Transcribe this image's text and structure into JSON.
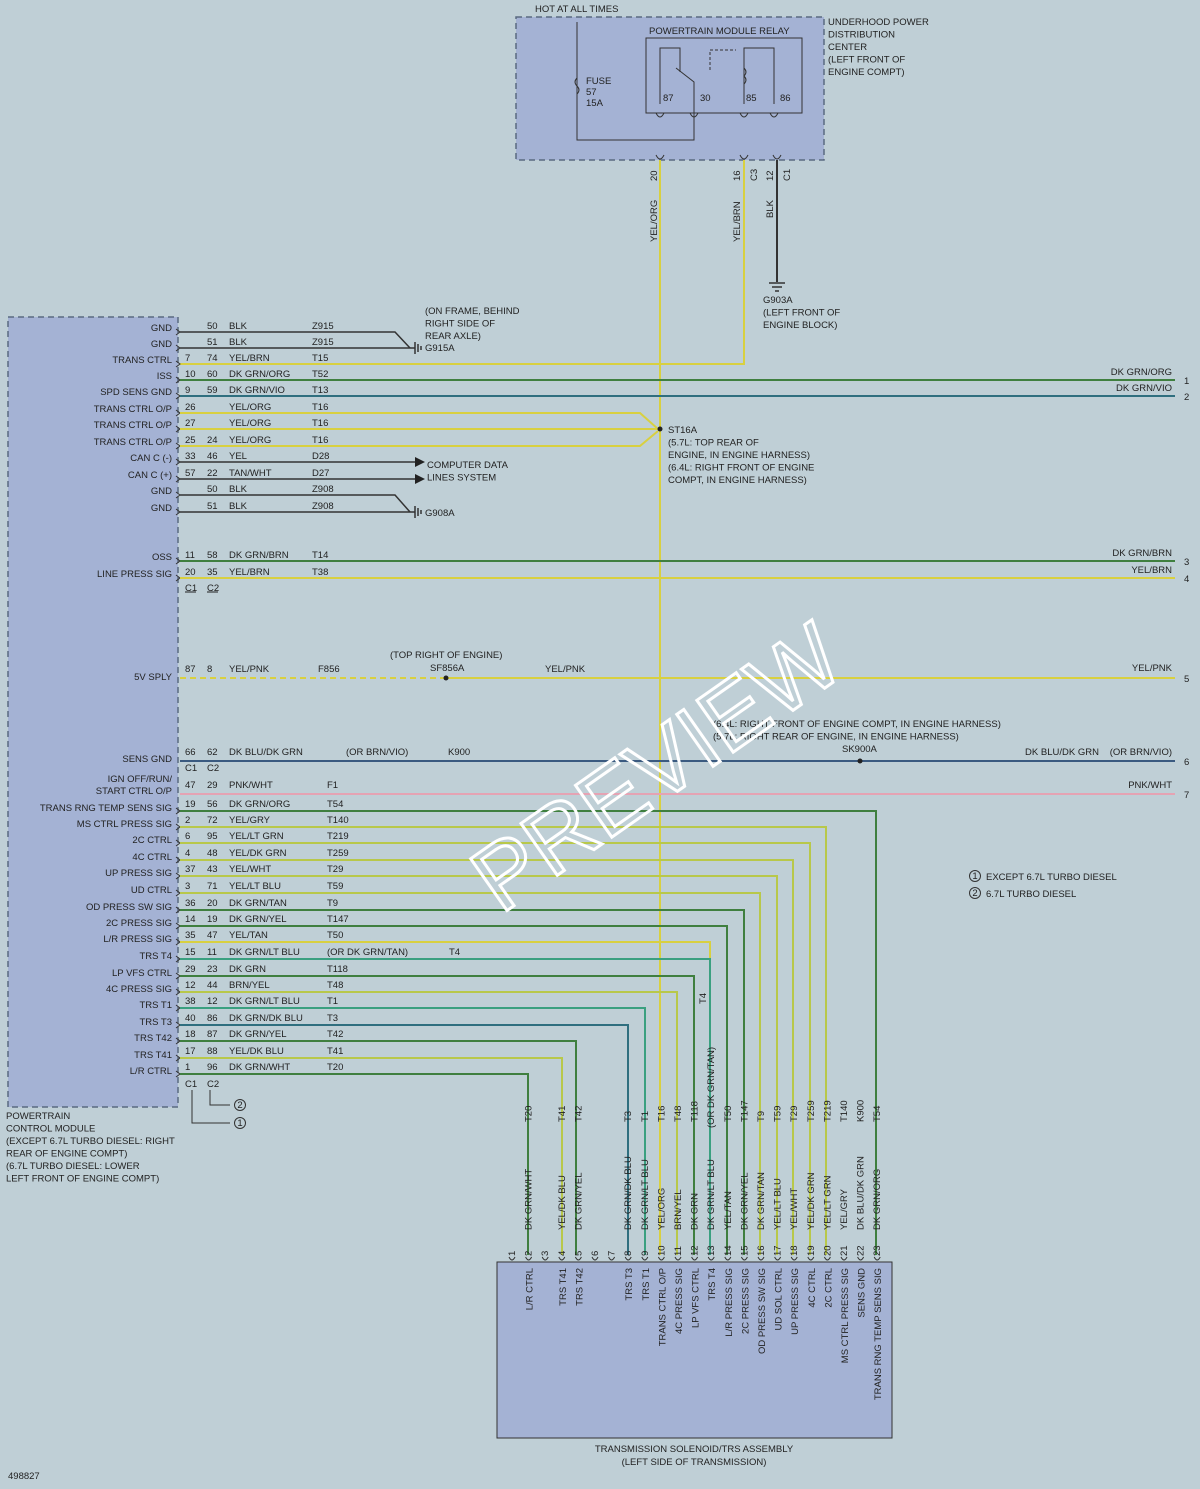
{
  "colors": {
    "background": "#bfcfd6",
    "module_fill": "#a4b2d4",
    "module_border": "#5a6a80",
    "yellow": "#d8d040",
    "green": "#3f7f3f",
    "dark_green_blue": "#2f6f7f",
    "dark_blue": "#3a5a80",
    "yellow_green": "#b8c84a",
    "pink": "#e5a3b3",
    "black": "#333333",
    "dark_green_light_blue": "#3aa080"
  },
  "header": {
    "hot_label": "HOT AT ALL TIMES",
    "pdc_label": [
      "UNDERHOOD POWER",
      "DISTRIBUTION",
      "CENTER",
      "(LEFT FRONT OF",
      "ENGINE COMPT)"
    ],
    "relay_title": "POWERTRAIN MODULE RELAY",
    "fuse_label": [
      "FUSE",
      "57",
      "15A"
    ],
    "relay_pins": [
      "87",
      "30",
      "85",
      "86"
    ],
    "pdc_pins": [
      "20",
      "16",
      "C3",
      "12",
      "C1"
    ],
    "vertical_wires": [
      "YEL/ORG",
      "YEL/BRN",
      "BLK"
    ],
    "ground_g903a": [
      "G903A",
      "(LEFT FRONT OF",
      "ENGINE BLOCK)"
    ]
  },
  "pcm": {
    "labels": [
      "POWERTRAIN",
      "CONTROL MODULE",
      "(EXCEPT 6.7L TURBO DIESEL: RIGHT",
      "REAR OF ENGINE COMPT)",
      "(6.7L TURBO DIESEL: LOWER",
      "LEFT FRONT OF ENGINE COMPT)"
    ],
    "connector_labels": [
      "C1",
      "C2"
    ],
    "callout_numbers": [
      "1",
      "2"
    ]
  },
  "pcm_rows": [
    {
      "sig": "GND",
      "p1": "",
      "p2": "50",
      "color": "BLK",
      "circuit": "Z915"
    },
    {
      "sig": "GND",
      "p1": "",
      "p2": "51",
      "color": "BLK",
      "circuit": "Z915"
    },
    {
      "sig": "TRANS CTRL",
      "p1": "7",
      "p2": "74",
      "color": "YEL/BRN",
      "circuit": "T15"
    },
    {
      "sig": "ISS",
      "p1": "10",
      "p2": "60",
      "color": "DK GRN/ORG",
      "circuit": "T52"
    },
    {
      "sig": "SPD SENS GND",
      "p1": "9",
      "p2": "59",
      "color": "DK GRN/VIO",
      "circuit": "T13"
    },
    {
      "sig": "TRANS CTRL O/P",
      "p1": "26",
      "p2": "",
      "color": "YEL/ORG",
      "circuit": "T16"
    },
    {
      "sig": "TRANS CTRL O/P",
      "p1": "27",
      "p2": "",
      "color": "YEL/ORG",
      "circuit": "T16"
    },
    {
      "sig": "TRANS CTRL O/P",
      "p1": "25",
      "p2": "24",
      "color": "YEL/ORG",
      "circuit": "T16"
    },
    {
      "sig": "CAN C (-)",
      "p1": "33",
      "p2": "46",
      "color": "YEL",
      "circuit": "D28"
    },
    {
      "sig": "CAN C (+)",
      "p1": "57",
      "p2": "22",
      "color": "TAN/WHT",
      "circuit": "D27"
    },
    {
      "sig": "GND",
      "p1": "",
      "p2": "50",
      "color": "BLK",
      "circuit": "Z908"
    },
    {
      "sig": "GND",
      "p1": "",
      "p2": "51",
      "color": "BLK",
      "circuit": "Z908"
    },
    {
      "sig": "OSS",
      "p1": "11",
      "p2": "58",
      "color": "DK GRN/BRN",
      "circuit": "T14"
    },
    {
      "sig": "LINE PRESS SIG",
      "p1": "20",
      "p2": "35",
      "color": "YEL/BRN",
      "circuit": "T38"
    }
  ],
  "ground_g915a": [
    "(ON FRAME, BEHIND",
    "RIGHT SIDE OF",
    "REAR AXLE)",
    "G915A"
  ],
  "ground_g908a": "G908A",
  "splice_st16a": [
    "ST16A",
    "(5.7L: TOP REAR OF",
    "ENGINE, IN ENGINE HARNESS)",
    "(6.4L: RIGHT FRONT OF ENGINE",
    "COMPT, IN ENGINE HARNESS)"
  ],
  "can_bus": [
    "COMPUTER DATA",
    "LINES SYSTEM"
  ],
  "right_exits": [
    {
      "label": "DK GRN/ORG",
      "num": "1"
    },
    {
      "label": "DK GRN/VIO",
      "num": "2"
    },
    {
      "label": "DK GRN/BRN",
      "num": "3"
    },
    {
      "label": "YEL/BRN",
      "num": "4"
    },
    {
      "label": "YEL/PNK",
      "num": "5"
    },
    {
      "label": "DK BLU/DK GRN",
      "num": "6"
    },
    {
      "label": "(OR BRN/VIO)",
      "num": ""
    },
    {
      "label": "PNK/WHT",
      "num": "7"
    }
  ],
  "c1c2_labels": [
    "C1",
    "C2"
  ],
  "supply": {
    "sig": "5V SPLY",
    "p1": "87",
    "p2": "8",
    "color": "YEL/PNK",
    "circuit": "F856",
    "splice_note": "(TOP RIGHT OF ENGINE)",
    "splice": "SF856A",
    "after": "YEL/PNK"
  },
  "sens_gnd_note": [
    "(6.4L: RIGHT FRONT OF ENGINE COMPT, IN ENGINE HARNESS)",
    "(5.7L: RIGHT REAR OF ENGINE, IN ENGINE HARNESS)"
  ],
  "sens_gnd": {
    "sig": "SENS GND",
    "p1": "66",
    "p2": "62",
    "color": "DK BLU/DK GRN",
    "alt": "(OR BRN/VIO)",
    "circuit": "K900",
    "splice": "SK900A",
    "after": "DK BLU/DK GRN"
  },
  "ign": {
    "sig1": "IGN OFF/RUN/",
    "sig2": "START CTRL O/P",
    "p1": "47",
    "p2": "29",
    "color": "PNK/WHT",
    "circuit": "F1"
  },
  "tcm_rows": [
    {
      "sig": "TRANS RNG TEMP SENS SIG",
      "p1": "19",
      "p2": "56",
      "color": "DK GRN/ORG",
      "circuit": "T54"
    },
    {
      "sig": "MS CTRL PRESS SIG",
      "p1": "2",
      "p2": "72",
      "color": "YEL/GRY",
      "circuit": "T140"
    },
    {
      "sig": "2C CTRL",
      "p1": "6",
      "p2": "95",
      "color": "YEL/LT GRN",
      "circuit": "T219"
    },
    {
      "sig": "4C CTRL",
      "p1": "4",
      "p2": "48",
      "color": "YEL/DK GRN",
      "circuit": "T259"
    },
    {
      "sig": "UP PRESS SIG",
      "p1": "37",
      "p2": "43",
      "color": "YEL/WHT",
      "circuit": "T29"
    },
    {
      "sig": "UD CTRL",
      "p1": "3",
      "p2": "71",
      "color": "YEL/LT BLU",
      "circuit": "T59"
    },
    {
      "sig": "OD PRESS SW SIG",
      "p1": "36",
      "p2": "20",
      "color": "DK GRN/TAN",
      "circuit": "T9"
    },
    {
      "sig": "2C PRESS SIG",
      "p1": "14",
      "p2": "19",
      "color": "DK GRN/YEL",
      "circuit": "T147"
    },
    {
      "sig": "L/R PRESS SIG",
      "p1": "35",
      "p2": "47",
      "color": "YEL/TAN",
      "circuit": "T50"
    },
    {
      "sig": "TRS T4",
      "p1": "15",
      "p2": "11",
      "color": "DK GRN/LT BLU",
      "circuit": "(OR DK GRN/TAN)"
    },
    {
      "sig": "LP VFS CTRL",
      "p1": "29",
      "p2": "23",
      "color": "DK GRN",
      "circuit": "T118"
    },
    {
      "sig": "4C PRESS SIG",
      "p1": "12",
      "p2": "44",
      "color": "BRN/YEL",
      "circuit": "T48"
    },
    {
      "sig": "TRS T1",
      "p1": "38",
      "p2": "12",
      "color": "DK GRN/LT BLU",
      "circuit": "T1"
    },
    {
      "sig": "TRS T3",
      "p1": "40",
      "p2": "86",
      "color": "DK GRN/DK BLU",
      "circuit": "T3"
    },
    {
      "sig": "TRS T42",
      "p1": "18",
      "p2": "87",
      "color": "DK GRN/YEL",
      "circuit": "T42"
    },
    {
      "sig": "TRS T41",
      "p1": "17",
      "p2": "88",
      "color": "YEL/DK BLU",
      "circuit": "T41"
    },
    {
      "sig": "L/R CTRL",
      "p1": "1",
      "p2": "96",
      "color": "DK GRN/WHT",
      "circuit": "T20"
    }
  ],
  "trs4_extra": "T4",
  "legend": [
    "EXCEPT 6.7L TURBO DIESEL",
    "6.7L TURBO DIESEL"
  ],
  "legend_nums": [
    "1",
    "2"
  ],
  "trans_assembly": {
    "labels": [
      "TRANSMISSION SOLENOID/TRS ASSEMBLY",
      "(LEFT SIDE OF TRANSMISSION)"
    ],
    "pins": [
      "1",
      "2",
      "3",
      "4",
      "5",
      "6",
      "7",
      "8",
      "9",
      "10",
      "11",
      "12",
      "13",
      "14",
      "15",
      "16",
      "17",
      "18",
      "19",
      "20",
      "21",
      "22",
      "23"
    ],
    "pin_signals": [
      "",
      "L/R CTRL",
      "",
      "TRS T41",
      "TRS T42",
      "",
      "",
      "TRS T3",
      "TRS T1",
      "TRANS CTRL O/P",
      "4C PRESS SIG",
      "LP VFS CTRL",
      "TRS T4",
      "L/R PRESS SIG",
      "2C PRESS SIG",
      "OD PRESS SW SIG",
      "UD SOL CTRL",
      "UP PRESS SIG",
      "4C CTRL",
      "2C CTRL",
      "MS CTRL PRESS SIG",
      "SENS GND",
      "TRANS RNG TEMP SENS SIG"
    ],
    "wire_colors": [
      "",
      "DK GRN/WHT",
      "",
      "YEL/DK BLU",
      "DK GRN/YEL",
      "",
      "",
      "DK GRN/DK BLU",
      "DK GRN/LT BLU",
      "YEL/ORG",
      "BRN/YEL",
      "DK GRN",
      "DK GRN/LT BLU",
      "YEL/TAN",
      "DK GRN/YEL",
      "DK GRN/TAN",
      "YEL/LT BLU",
      "YEL/WHT",
      "YEL/DK GRN",
      "YEL/LT GRN",
      "YEL/GRY",
      "DK BLU/DK GRN",
      "DK GRN/ORG"
    ],
    "circuits": [
      "",
      "T20",
      "",
      "T41",
      "T42",
      "",
      "",
      "T3",
      "T1",
      "T16",
      "T48",
      "T118",
      "(OR DK GRN/TAN)",
      "T50",
      "T147",
      "T9",
      "T59",
      "T29",
      "T259",
      "T219",
      "T140",
      "K900",
      "T54"
    ],
    "t4_label": "T4"
  },
  "watermark": "PREVIEW",
  "diagram_id": "498827"
}
